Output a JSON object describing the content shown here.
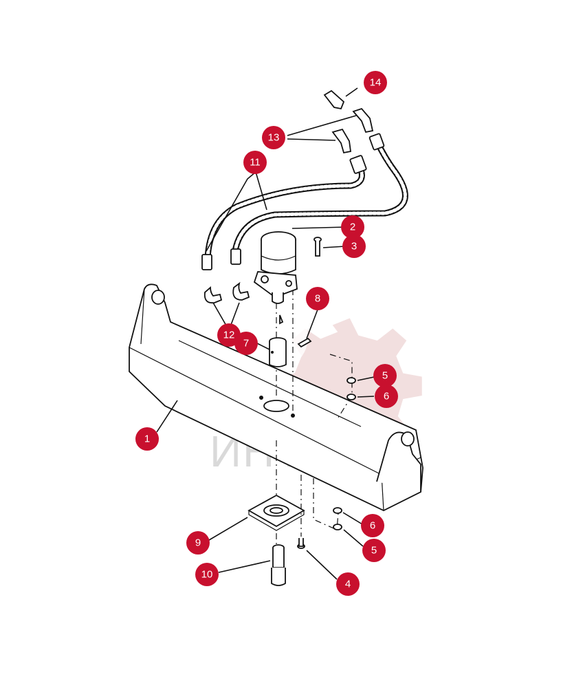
{
  "diagram": {
    "accent_color": "#c8102e",
    "watermark_text": "ИНТЕХ",
    "callouts": [
      {
        "id": "c1",
        "label": "1"
      },
      {
        "id": "c2",
        "label": "2"
      },
      {
        "id": "c3",
        "label": "3"
      },
      {
        "id": "c4",
        "label": "4"
      },
      {
        "id": "c5a",
        "label": "5"
      },
      {
        "id": "c5b",
        "label": "5"
      },
      {
        "id": "c6a",
        "label": "6"
      },
      {
        "id": "c6b",
        "label": "6"
      },
      {
        "id": "c7",
        "label": "7"
      },
      {
        "id": "c8",
        "label": "8"
      },
      {
        "id": "c9",
        "label": "9"
      },
      {
        "id": "c10",
        "label": "10"
      },
      {
        "id": "c11",
        "label": "11"
      },
      {
        "id": "c12",
        "label": "12"
      },
      {
        "id": "c13",
        "label": "13"
      },
      {
        "id": "c14",
        "label": "14"
      }
    ]
  }
}
